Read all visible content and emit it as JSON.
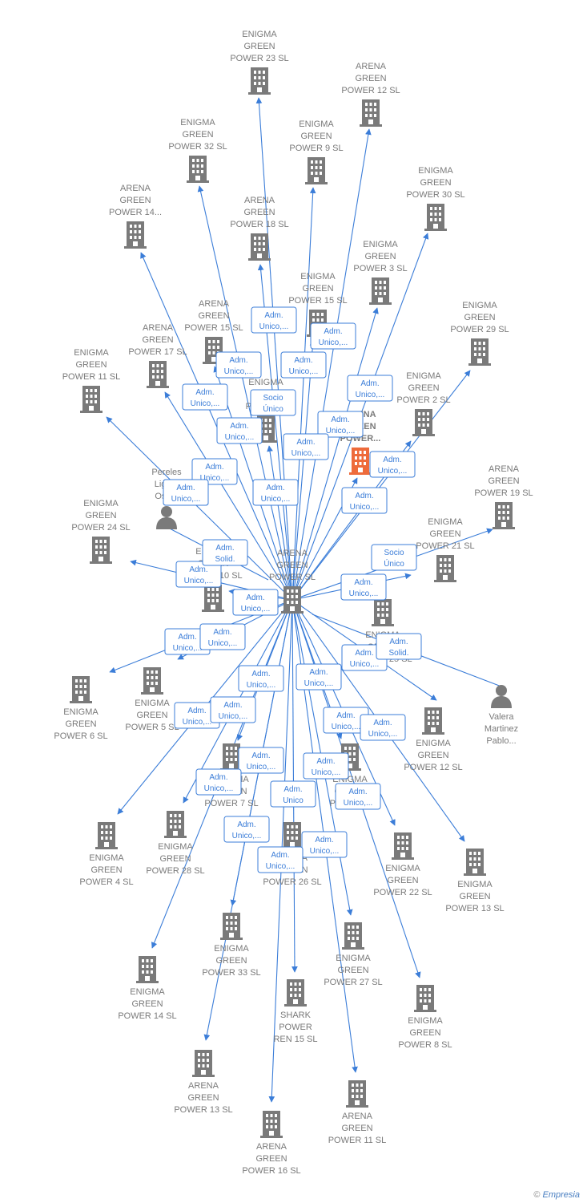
{
  "colors": {
    "edge": "#3b7dd8",
    "node": "#7a7a7a",
    "focus": "#ee6b3b"
  },
  "center": "ARENA GREEN POWER  SL",
  "nodes": [
    {
      "id": "center",
      "type": "company",
      "lines": [
        "ARENA",
        "GREEN",
        "POWER  SL"
      ],
      "label_above": true
    },
    {
      "id": "eg23",
      "type": "company",
      "lines": [
        "ENIGMA",
        "GREEN",
        "POWER 23  SL"
      ],
      "label_above": true
    },
    {
      "id": "ag12",
      "type": "company",
      "lines": [
        "ARENA",
        "GREEN",
        "POWER 12  SL"
      ],
      "label_above": true
    },
    {
      "id": "eg32",
      "type": "company",
      "lines": [
        "ENIGMA",
        "GREEN",
        "POWER 32  SL"
      ],
      "label_above": true
    },
    {
      "id": "eg9",
      "type": "company",
      "lines": [
        "ENIGMA",
        "GREEN",
        "POWER 9  SL"
      ],
      "label_above": true
    },
    {
      "id": "eg30",
      "type": "company",
      "lines": [
        "ENIGMA",
        "GREEN",
        "POWER 30  SL"
      ],
      "label_above": true
    },
    {
      "id": "ag14a",
      "type": "company",
      "lines": [
        "ARENA",
        "GREEN",
        "POWER 14..."
      ],
      "label_above": true
    },
    {
      "id": "ag18",
      "type": "company",
      "lines": [
        "ARENA",
        "GREEN",
        "POWER 18  SL"
      ],
      "label_above": true
    },
    {
      "id": "eg3",
      "type": "company",
      "lines": [
        "ENIGMA",
        "GREEN",
        "POWER 3  SL"
      ],
      "label_above": true
    },
    {
      "id": "eg15",
      "type": "company",
      "lines": [
        "ENIGMA",
        "GREEN",
        "POWER 15  SL"
      ],
      "label_above": true
    },
    {
      "id": "ag15",
      "type": "company",
      "lines": [
        "ARENA",
        "GREEN",
        "POWER 15  SL"
      ],
      "label_above": true
    },
    {
      "id": "eg29",
      "type": "company",
      "lines": [
        "ENIGMA",
        "GREEN",
        "POWER 29  SL"
      ],
      "label_above": true
    },
    {
      "id": "ag17",
      "type": "company",
      "lines": [
        "ARENA",
        "GREEN",
        "POWER 17  SL"
      ],
      "label_above": true
    },
    {
      "id": "eg11",
      "type": "company",
      "lines": [
        "ENIGMA",
        "GREEN",
        "POWER 11  SL"
      ],
      "label_above": true
    },
    {
      "id": "egX",
      "type": "company",
      "lines": [
        "ENIGMA",
        "GREEN",
        "POWER..."
      ],
      "label_above": true
    },
    {
      "id": "eg2",
      "type": "company",
      "lines": [
        "ENIGMA",
        "GREEN",
        "POWER 2  SL"
      ],
      "label_above": true
    },
    {
      "id": "agfocus",
      "type": "company",
      "focus": true,
      "lines": [
        "ARENA",
        "GREEN",
        "POWER..."
      ],
      "label_above": true
    },
    {
      "id": "pereles",
      "type": "person",
      "lines": [
        "Pereles",
        "Ligero",
        "Oscar"
      ],
      "label_above": true
    },
    {
      "id": "ag19",
      "type": "company",
      "lines": [
        "ARENA",
        "GREEN",
        "POWER 19  SL"
      ],
      "label_above": true
    },
    {
      "id": "eg24",
      "type": "company",
      "lines": [
        "ENIGMA",
        "GREEN",
        "POWER 24  SL"
      ],
      "label_above": true
    },
    {
      "id": "eg21",
      "type": "company",
      "lines": [
        "ENIGMA",
        "GREEN",
        "POWER 21  SL"
      ],
      "label_above": true
    },
    {
      "id": "eg10",
      "type": "company",
      "lines": [
        "ENIGMA",
        "GREEN",
        "POWER 10  SL"
      ],
      "label_above": true
    },
    {
      "id": "eg25",
      "type": "company",
      "lines": [
        "ENIGMA",
        "GREEN",
        "POWER 25  SL"
      ],
      "label_above": false
    },
    {
      "id": "eg6",
      "type": "company",
      "lines": [
        "ENIGMA",
        "GREEN",
        "POWER 6  SL"
      ],
      "label_above": false
    },
    {
      "id": "eg5",
      "type": "company",
      "lines": [
        "ENIGMA",
        "GREEN",
        "POWER 5  SL"
      ],
      "label_above": false
    },
    {
      "id": "valera",
      "type": "person",
      "lines": [
        "Valera",
        "Martinez",
        "Pablo..."
      ],
      "label_above": false
    },
    {
      "id": "eg12",
      "type": "company",
      "lines": [
        "ENIGMA",
        "GREEN",
        "POWER 12  SL"
      ],
      "label_above": false
    },
    {
      "id": "eg7",
      "type": "company",
      "lines": [
        "ENIGMA",
        "GREEN",
        "POWER 7  SL"
      ],
      "label_above": false
    },
    {
      "id": "egY",
      "type": "company",
      "lines": [
        "ENIGMA",
        "GREEN",
        "POWER..."
      ],
      "label_above": false
    },
    {
      "id": "eg4",
      "type": "company",
      "lines": [
        "ENIGMA",
        "GREEN",
        "POWER 4  SL"
      ],
      "label_above": false
    },
    {
      "id": "eg28",
      "type": "company",
      "lines": [
        "ENIGMA",
        "GREEN",
        "POWER 28  SL"
      ],
      "label_above": false
    },
    {
      "id": "eg26",
      "type": "company",
      "lines": [
        "ARENA",
        "GREEN",
        "POWER 26  SL"
      ],
      "label_above": false
    },
    {
      "id": "eg22",
      "type": "company",
      "lines": [
        "ENIGMA",
        "GREEN",
        "POWER 22  SL"
      ],
      "label_above": false
    },
    {
      "id": "eg13",
      "type": "company",
      "lines": [
        "ENIGMA",
        "GREEN",
        "POWER 13  SL"
      ],
      "label_above": false
    },
    {
      "id": "eg33",
      "type": "company",
      "lines": [
        "ENIGMA",
        "GREEN",
        "POWER 33  SL"
      ],
      "label_above": false
    },
    {
      "id": "eg27",
      "type": "company",
      "lines": [
        "ENIGMA",
        "GREEN",
        "POWER 27  SL"
      ],
      "label_above": false
    },
    {
      "id": "eg14",
      "type": "company",
      "lines": [
        "ENIGMA",
        "GREEN",
        "POWER 14  SL"
      ],
      "label_above": false
    },
    {
      "id": "shark",
      "type": "company",
      "lines": [
        "SHARK",
        "POWER",
        "REN 15  SL"
      ],
      "label_above": false
    },
    {
      "id": "eg8",
      "type": "company",
      "lines": [
        "ENIGMA",
        "GREEN",
        "POWER 8  SL"
      ],
      "label_above": false
    },
    {
      "id": "ag13",
      "type": "company",
      "lines": [
        "ARENA",
        "GREEN",
        "POWER 13  SL"
      ],
      "label_above": false
    },
    {
      "id": "ag11",
      "type": "company",
      "lines": [
        "ARENA",
        "GREEN",
        "POWER 11  SL"
      ],
      "label_above": false
    },
    {
      "id": "ag16",
      "type": "company",
      "lines": [
        "ARENA",
        "GREEN",
        "POWER 16  SL"
      ],
      "label_above": false
    }
  ],
  "edges": [
    {
      "to": "eg23",
      "label": [
        "Adm.",
        "Unico,..."
      ]
    },
    {
      "to": "ag12",
      "label": [
        "Adm.",
        "Unico,..."
      ]
    },
    {
      "to": "eg32",
      "label": [
        "Adm.",
        "Unico,..."
      ]
    },
    {
      "to": "eg9",
      "label": [
        "Adm.",
        "Unico,..."
      ]
    },
    {
      "to": "eg30",
      "label": [
        "Adm.",
        "Unico,..."
      ]
    },
    {
      "to": "ag14a",
      "label": [
        "Adm.",
        "Unico,..."
      ]
    },
    {
      "to": "ag18",
      "label": [
        "Adm.",
        "Unico,..."
      ]
    },
    {
      "to": "eg3",
      "label": [
        "Adm.",
        "Unico,..."
      ]
    },
    {
      "to": "eg15",
      "label": [
        "Socio",
        "Único"
      ]
    },
    {
      "to": "ag15",
      "label": [
        "Adm.",
        "Unico,..."
      ]
    },
    {
      "to": "eg29",
      "label": [
        "Adm.",
        "Unico,..."
      ]
    },
    {
      "to": "ag17",
      "label": [
        "Adm.",
        "Unico,..."
      ]
    },
    {
      "to": "eg11",
      "label": [
        "Adm.",
        "Unico,..."
      ]
    },
    {
      "to": "egX",
      "label": [
        "Adm.",
        "Unico,..."
      ]
    },
    {
      "to": "eg2",
      "label": [
        "Adm.",
        "Unico,..."
      ]
    },
    {
      "to": "agfocus",
      "label": [
        "Adm.",
        "Unico,..."
      ]
    },
    {
      "to": "ag19",
      "label": [
        "Socio",
        "Único"
      ]
    },
    {
      "to": "eg24",
      "label": [
        "Adm.",
        "Unico,..."
      ]
    },
    {
      "to": "eg21",
      "label": [
        "Adm.",
        "Unico,..."
      ]
    },
    {
      "to": "eg10",
      "label": [
        "Adm.",
        "Unico,..."
      ]
    },
    {
      "to": "eg6",
      "label": [
        "Adm.",
        "Unico,..."
      ]
    },
    {
      "to": "eg5",
      "label": [
        "Adm.",
        "Unico,..."
      ]
    },
    {
      "to": "eg12",
      "label": [
        "Adm.",
        "Unico,..."
      ]
    },
    {
      "to": "eg7",
      "label": [
        "Adm.",
        "Unico,..."
      ]
    },
    {
      "to": "egY",
      "label": [
        "Adm.",
        "Unico,..."
      ]
    },
    {
      "to": "eg4",
      "label": [
        "Adm.",
        "Unico,..."
      ]
    },
    {
      "to": "eg28",
      "label": [
        "Adm.",
        "Unico,..."
      ]
    },
    {
      "to": "eg22",
      "label": [
        "Adm.",
        "Unico,..."
      ]
    },
    {
      "to": "eg13",
      "label": [
        "Adm.",
        "Unico,..."
      ]
    },
    {
      "to": "eg33",
      "label": [
        "Adm.",
        "Unico,..."
      ]
    },
    {
      "to": "eg27",
      "label": [
        "Adm.",
        "Unico,..."
      ]
    },
    {
      "to": "eg14",
      "label": [
        "Adm.",
        "Unico,..."
      ]
    },
    {
      "to": "shark",
      "label": [
        "Adm.",
        "Unico"
      ]
    },
    {
      "to": "eg8",
      "label": [
        "Adm.",
        "Unico,..."
      ]
    },
    {
      "to": "ag13",
      "label": [
        "Adm.",
        "Unico,..."
      ]
    },
    {
      "to": "ag11",
      "label": [
        "Adm.",
        "Unico,..."
      ]
    },
    {
      "to": "ag16",
      "label": [
        "Adm.",
        "Unico,..."
      ]
    },
    {
      "from": "pereles",
      "to": "center",
      "label": [
        "Adm.",
        "Solid."
      ]
    },
    {
      "from": "valera",
      "to": "center",
      "label": [
        "Adm.",
        "Solid."
      ]
    }
  ],
  "footer": {
    "copyright": "©",
    "brand": "Empresia"
  }
}
